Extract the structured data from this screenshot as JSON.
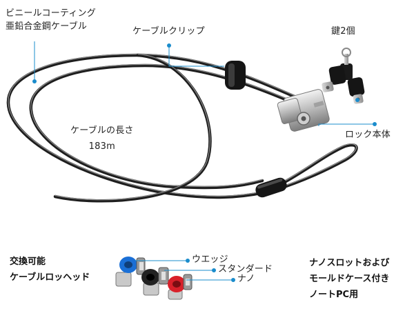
{
  "labels": {
    "vinyl_line1": "ビニールコーティング",
    "vinyl_line2": "亜鉛合金鋼ケーブル",
    "cable_clip": "ケーブルクリップ",
    "keys": "鍵2個",
    "lock_body": "ロック本体",
    "length_line1": "ケーブルの長さ",
    "length_line2": "183m"
  },
  "heads": {
    "title_line1": "交換可能",
    "title_line2": "ケーブルロッヘッド",
    "wedge": "ウエッジ",
    "standard": "スタンダード",
    "nano": "ナノ"
  },
  "compat": {
    "line1": "ナノスロットおよび",
    "line2": "モールドケース付き",
    "line3": "ノートPC用"
  },
  "colors": {
    "callout": "#1a8ccc",
    "cable": "#1e1e1e",
    "wedge_head": "#1a6fd6",
    "standard_head": "#222222",
    "nano_head": "#d8202a"
  },
  "icons": {
    "cable": "steel-cable-loop",
    "clip": "cable-clip-icon",
    "keys": "key-pair-icon",
    "lock": "lock-body-icon",
    "heads": "lock-head-icon"
  }
}
